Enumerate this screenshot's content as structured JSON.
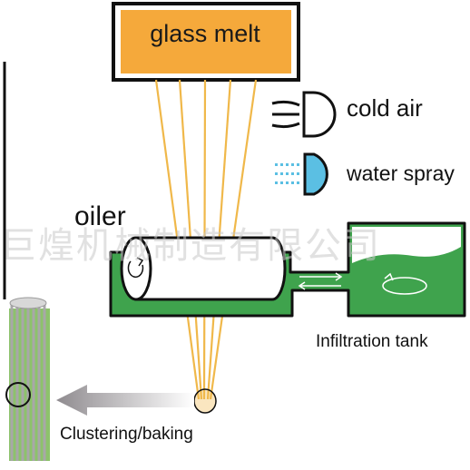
{
  "labels": {
    "glass_melt": "glass melt",
    "cold_air": "cold air",
    "water_spray": "water spray",
    "oiler": "oiler",
    "infiltration_tank": "Infiltration tank",
    "clustering": "Clustering/baking"
  },
  "watermark": "巨煌机械制造有限公司",
  "colors": {
    "melt_fill": "#f5a93b",
    "fiber": "#f0b84a",
    "oil_green": "#3fa34d",
    "water_blue": "#5bbfe3",
    "arrow_gray": "#a09ca0",
    "bundle_green": "#8dc26b"
  }
}
